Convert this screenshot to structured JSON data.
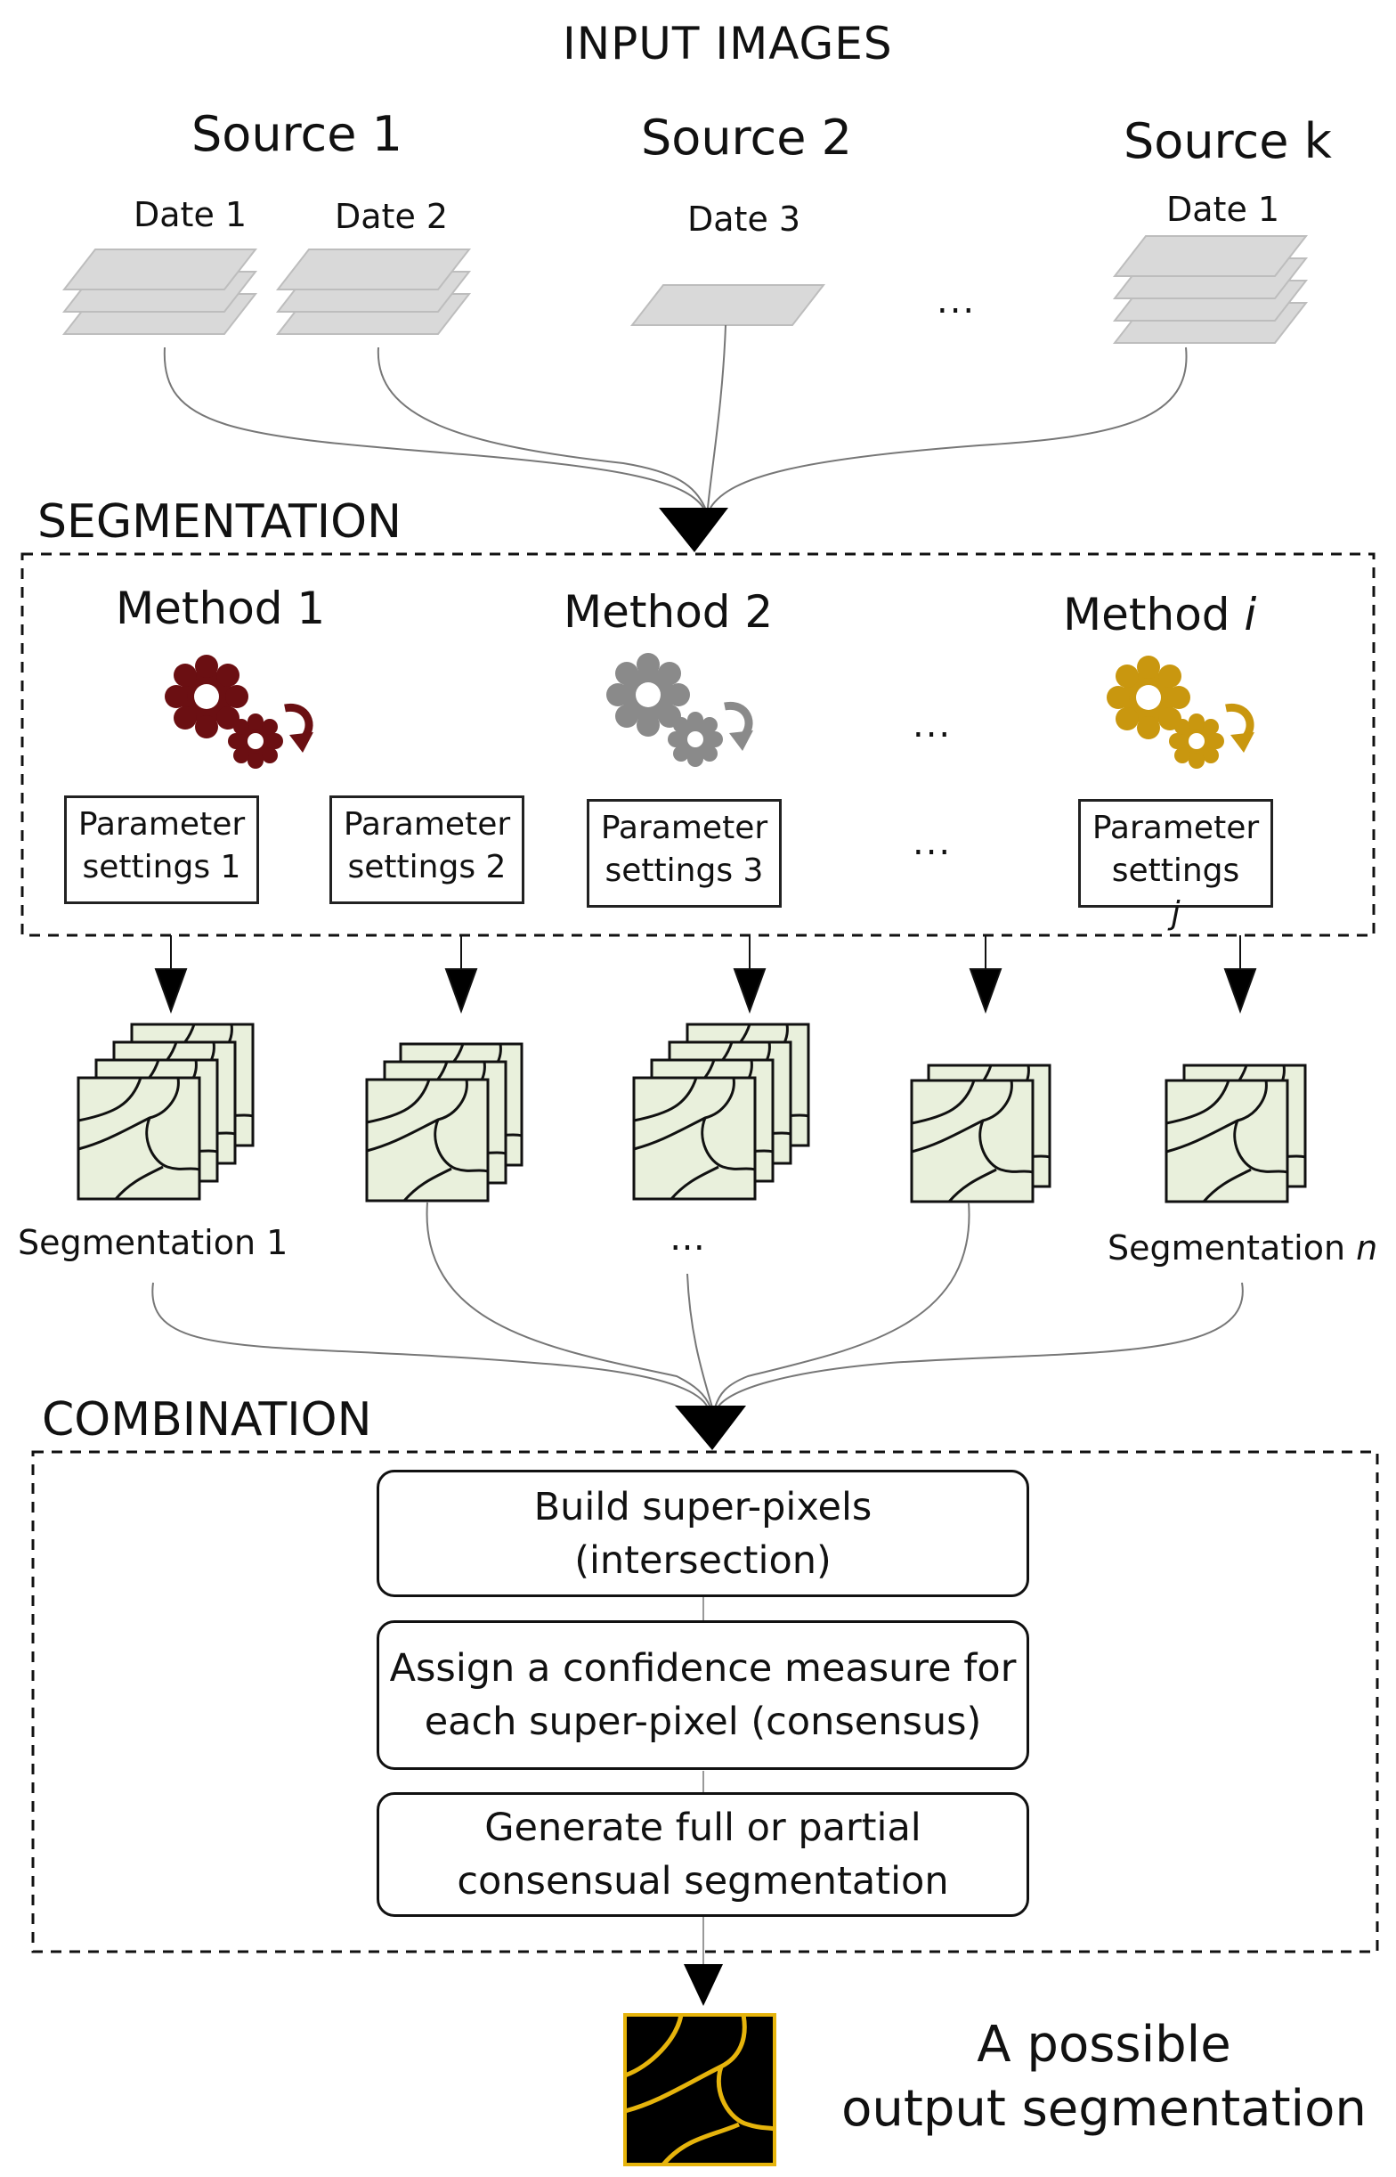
{
  "headers": {
    "input": "INPUT IMAGES",
    "segmentation": "SEGMENTATION",
    "combination": "COMBINATION"
  },
  "sources": [
    {
      "label": "Source 1",
      "dates": [
        "Date 1",
        "Date 2"
      ]
    },
    {
      "label": "Source 2",
      "dates": [
        "Date 3"
      ]
    },
    {
      "label": "Source k",
      "dates": [
        "Date 1"
      ]
    }
  ],
  "ellipsis": "...",
  "ellipsis_seg": "…",
  "methods": [
    {
      "name": "Method 1",
      "color": "#6b0f12"
    },
    {
      "name": "Method 2",
      "color": "#8a8a8a"
    },
    {
      "name_prefix": "Method ",
      "name_var": "i",
      "color": "#c9970f"
    }
  ],
  "parameters": [
    {
      "line1": "Parameter",
      "line2": "settings 1"
    },
    {
      "line1": "Parameter",
      "line2": "settings 2"
    },
    {
      "line1": "Parameter",
      "line2": "settings 3"
    },
    {
      "line1": "Parameter",
      "line2_prefix": "settings ",
      "line2_var": "j"
    }
  ],
  "segmentations": {
    "first": "Segmentation 1",
    "last_prefix": "Segmentation ",
    "last_var": "n"
  },
  "steps": [
    {
      "line1": "Build super-pixels",
      "line2": "(intersection)"
    },
    {
      "line1": "Assign a confidence measure for",
      "line2": "each super-pixel (consensus)"
    },
    {
      "line1": "Generate full or partial",
      "line2": "consensual segmentation"
    }
  ],
  "output": {
    "line1": "A possible",
    "line2": "output segmentation"
  },
  "colors": {
    "tile": "#e9f0dc",
    "layer": "#d8d8d8",
    "output_bg": "#000000",
    "output_line": "#e6b40c"
  }
}
